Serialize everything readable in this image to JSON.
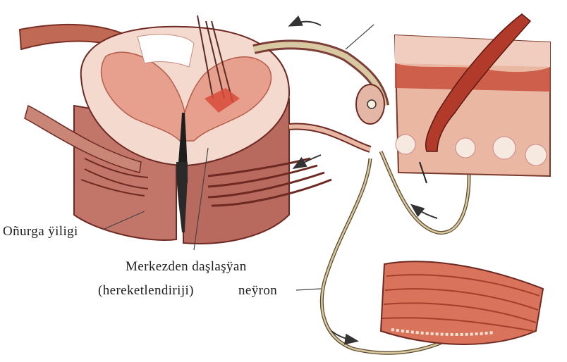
{
  "labels": {
    "spinal_cord": "Oñurga ÿiligi",
    "efferent_line1": "Merkezden daşlaşÿan",
    "efferent_line2a": "(hereketlendiriji)",
    "efferent_line2b": "neÿron"
  },
  "colors": {
    "cord_outer": "#c96a5a",
    "cord_gray_matter": "#e8a08e",
    "cord_white_matter": "#f4d9cf",
    "nerve": "#d9c9a3",
    "skin": "#e9b7a2",
    "muscle": "#d9735c"
  }
}
